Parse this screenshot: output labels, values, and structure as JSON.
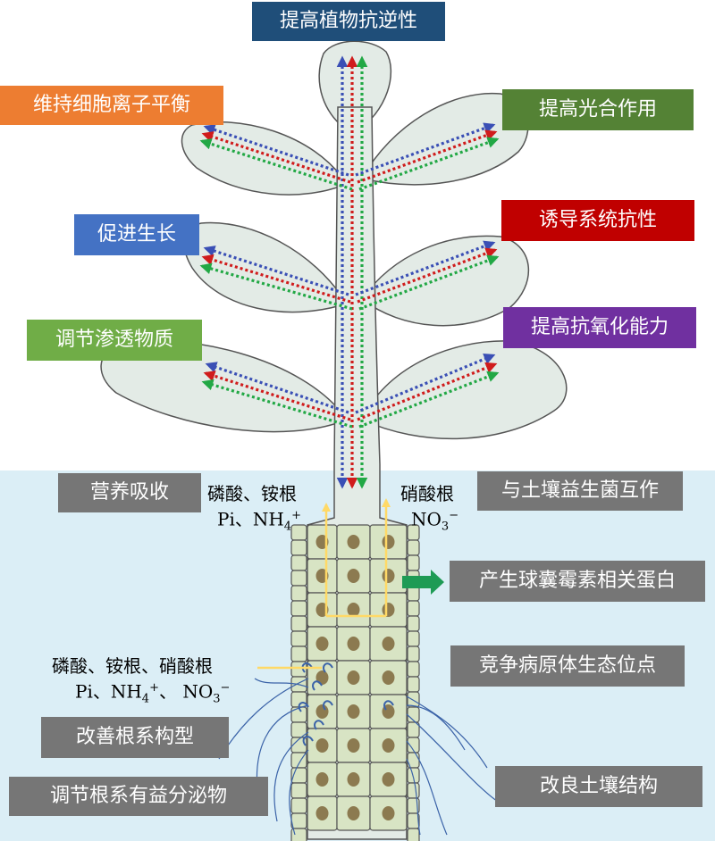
{
  "shoot_effects": {
    "stress_resistance": {
      "label": "提高植物抗逆性",
      "color": "#1f4e79"
    },
    "ion_balance": {
      "label": "维持细胞离子平衡",
      "color": "#ed7d31"
    },
    "photosynthesis": {
      "label": "提高光合作用",
      "color": "#548235"
    },
    "growth": {
      "label": "促进生长",
      "color": "#4472c4"
    },
    "systemic_resistance": {
      "label": "诱导系统抗性",
      "color": "#c00000"
    },
    "osmotic": {
      "label": "调节渗透物质",
      "color": "#70ad47"
    },
    "antioxidant": {
      "label": "提高抗氧化能力",
      "color": "#7030a0"
    }
  },
  "root_effects": {
    "nutrient_uptake": "营养吸收",
    "soil_microbe": "与土壤益生菌互作",
    "glomalin": "产生球囊霉素相关蛋白",
    "niche_competition": "竞争病原体生态位点",
    "root_architecture": "改善根系构型",
    "exudates": "调节根系有益分泌物",
    "soil_structure": "改良土壤结构"
  },
  "nutrients": {
    "upper_left_line1": "磷酸、铵根",
    "upper_left_pi": "Pi、NH",
    "upper_left_sub": "4",
    "upper_left_sup": "+",
    "upper_right_line1": "硝酸根",
    "upper_right_no": "NO",
    "upper_right_sub": "3",
    "upper_right_sup": "−",
    "lower_line1": "磷酸、铵根、硝酸根",
    "lower_pi": "Pi、NH",
    "lower_nh_sub": "4",
    "lower_nh_sup": "+",
    "lower_sep": "、 NO",
    "lower_no_sub": "3",
    "lower_no_sup": "−"
  },
  "colors": {
    "soil": "#dbeef6",
    "leaf_fill": "#e3ebe6",
    "cell_fill": "#d8e4c4",
    "nucleus": "#8c7a50",
    "transport": "#ffd966",
    "signal_blue": "#3a4fb5",
    "signal_red": "#d01c1c",
    "signal_green": "#22a845",
    "glomalin_arrow": "#1e9b55",
    "hyphae": "#3b63a8",
    "label_gray": "#767676"
  }
}
